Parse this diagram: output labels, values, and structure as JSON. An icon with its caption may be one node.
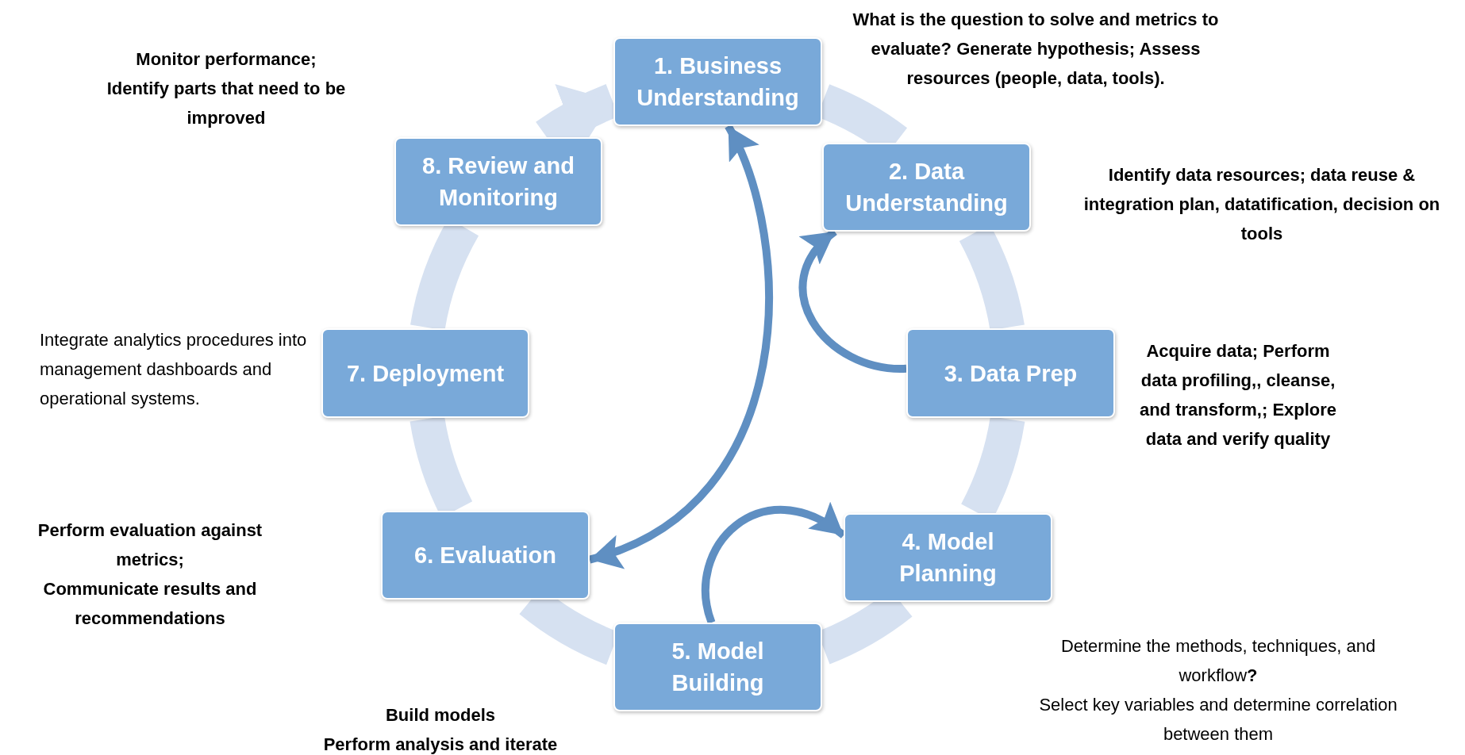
{
  "diagram": {
    "nodes": [
      {
        "text": [
          "1. Business Understanding"
        ],
        "beside": [
          "What is the question to solve and metrics to evaluate?  Generate hypothesis; Assess resources (people, data, tools)."
        ]
      },
      {
        "text": [
          "2. Data Understanding"
        ],
        "beside": [
          "Identify data resources; data reuse &  integration plan, datatification, decision on tools"
        ]
      },
      {
        "text": [
          "3. Data Prep"
        ],
        "beside": [
          "Acquire data; Perform data profiling,, cleanse, and transform,; Explore data and verify quality"
        ]
      },
      {
        "text": [
          "4. Model Planning"
        ],
        "beside": [
          "Determine the methods, techniques, and workflow**?**",
          "Select key variables and determine correlation between them"
        ]
      },
      {
        "text": [
          "5. Model Building"
        ],
        "beside": [
          "Build models",
          "Perform analysis and iterate"
        ]
      },
      {
        "text": [
          "6. Evaluation"
        ],
        "beside": [
          "Perform evaluation against metrics;",
          "Communicate results and recommendations"
        ]
      },
      {
        "text": [
          "7. Deployment"
        ],
        "beside": [
          "Integrate analytics procedures into management dashboards and operational systems."
        ]
      },
      {
        "text": [
          "8. Review and Monitoring"
        ],
        "beside": [
          "Monitor performance;",
          "Identify parts that need to be improved"
        ]
      }
    ],
    "edges": [
      {
        "from": 0,
        "to": 1,
        "arrow": "none"
      },
      {
        "from": 1,
        "to": 2,
        "arrow": "none"
      },
      {
        "from": 2,
        "to": 3,
        "arrow": "none"
      },
      {
        "from": 3,
        "to": 4,
        "arrow": "none"
      },
      {
        "from": 4,
        "to": 5,
        "arrow": "none"
      },
      {
        "from": 5,
        "to": 6,
        "arrow": "none"
      },
      {
        "from": 6,
        "to": 7,
        "arrow": "none"
      },
      {
        "from": 7,
        "to": 0,
        "arrow": "to"
      },
      {
        "from": 2,
        "to": 1,
        "arrow": "to",
        "color": "#5f8fc2"
      },
      {
        "from": 4,
        "to": 3,
        "arrow": "to",
        "color": "#5f8fc2"
      },
      {
        "from": 0,
        "to": 5,
        "arrow": "both",
        "color": "#5f8fc2"
      }
    ]
  }
}
